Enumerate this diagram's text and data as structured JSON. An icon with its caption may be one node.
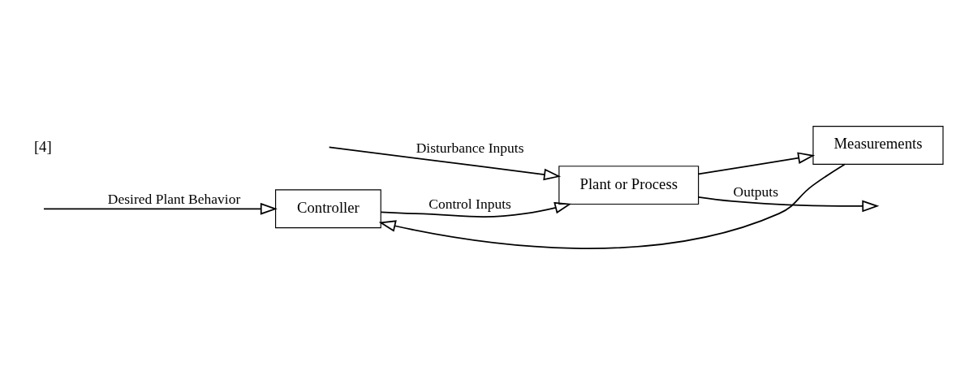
{
  "diagram": {
    "nodes": [
      {
        "text": [
          "Controller"
        ]
      },
      {
        "text": [
          "Plant or Process"
        ]
      },
      {
        "text": [
          "Measurements"
        ]
      }
    ],
    "edges": [
      {
        "from": null,
        "to": 0,
        "arrow": "to",
        "label": "Desired Plant Behavior"
      },
      {
        "from": 0,
        "to": 1,
        "arrow": "to",
        "label": "Control Inputs"
      },
      {
        "from": null,
        "to": 1,
        "arrow": "to",
        "label": "Disturbance Inputs"
      },
      {
        "from": 1,
        "to": null,
        "arrow": "to",
        "label": "Outputs"
      },
      {
        "from": 1,
        "to": 2,
        "arrow": "to"
      },
      {
        "from": 2,
        "to": 0,
        "arrow": "to"
      }
    ],
    "labels": [
      "[4]"
    ]
  }
}
